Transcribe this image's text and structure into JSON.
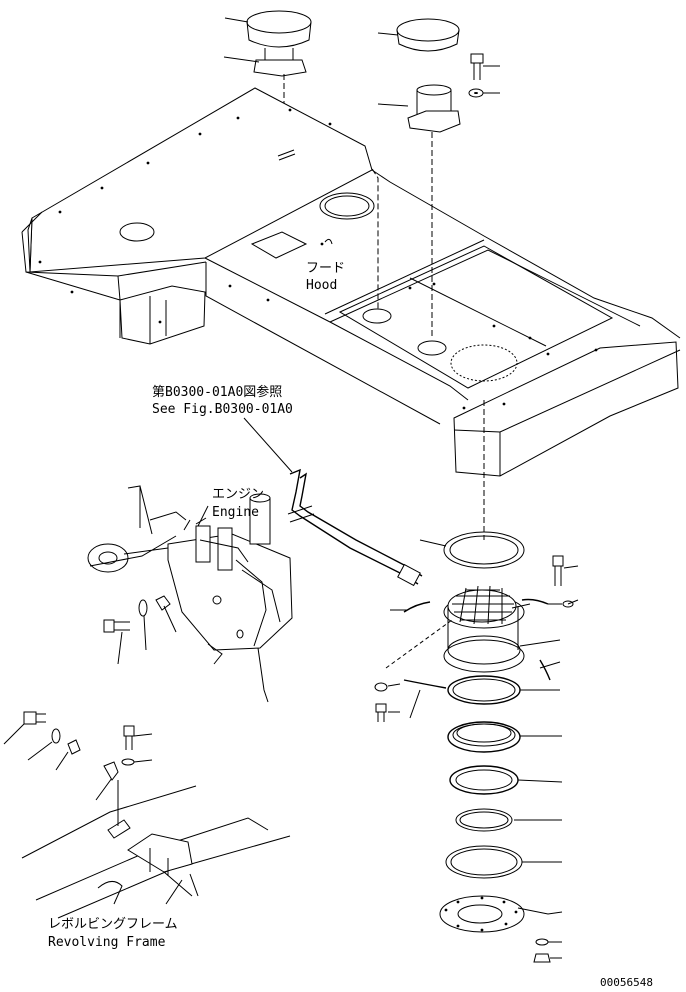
{
  "labels": {
    "hood_jp": "フード",
    "hood_en": "Hood",
    "ref_jp": "第B0300-01A0図参照",
    "ref_en": "See Fig.B0300-01A0",
    "engine_jp": "エンジン",
    "engine_en": "Engine",
    "frame_jp": "レボルビングフレーム",
    "frame_en": "Revolving Frame",
    "drawing_number": "00056548"
  }
}
